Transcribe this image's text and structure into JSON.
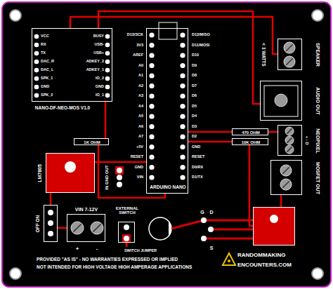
{
  "diagram": {
    "nodes": [
      {
        "text": [
          "NANO-DF-NEO-MOS V1.0"
        ]
      },
      {
        "text": [
          "ARDUINO NANO"
        ]
      },
      {
        "text": [
          "< 3 WATTS",
          "SPEAKER"
        ]
      },
      {
        "text": [
          "AUDIO OUT"
        ]
      },
      {
        "text": [
          "NEOPIXEL"
        ]
      },
      {
        "text": [
          "MOSFET OUT"
        ]
      },
      {
        "text": [
          "1K OHM"
        ]
      },
      {
        "text": [
          "470 OHM"
        ]
      },
      {
        "text": [
          "10K OHM"
        ]
      },
      {
        "text": [
          "LM7805"
        ]
      },
      {
        "text": [
          "OFF ON"
        ]
      },
      {
        "text": [
          "VIN 7-12V"
        ]
      },
      {
        "text": [
          "EXTERNAL SWITCH"
        ]
      },
      {
        "text": [
          "G",
          "D",
          "S"
        ]
      }
    ],
    "edges": [
      {
        "from": 0,
        "to": 2,
        "arrow": "none"
      },
      {
        "from": 0,
        "to": 3,
        "arrow": "none"
      },
      {
        "from": 0,
        "to": 6,
        "arrow": "none"
      },
      {
        "from": 1,
        "to": 6,
        "arrow": "none"
      },
      {
        "from": 1,
        "to": 7,
        "arrow": "none"
      },
      {
        "from": 7,
        "to": 4,
        "arrow": "none"
      },
      {
        "from": 1,
        "to": 8,
        "arrow": "none"
      },
      {
        "from": 8,
        "to": 13,
        "arrow": "none"
      },
      {
        "from": 13,
        "to": 5,
        "arrow": "none"
      },
      {
        "from": 11,
        "to": 10,
        "arrow": "none"
      },
      {
        "from": 10,
        "to": 9,
        "arrow": "none"
      },
      {
        "from": 9,
        "to": 1,
        "arrow": "none"
      }
    ],
    "labels": [
      "VCC",
      "RX",
      "TX",
      "DAC_R",
      "DAC_L",
      "SPK_1",
      "GND",
      "SPK_2",
      "BUSY",
      "USB-",
      "USB+",
      "ADKEY_2",
      "ADKEY_1",
      "IO_2",
      "GND",
      "IO_1",
      "D13/SCK",
      "3V3",
      "AREF",
      "A0",
      "A1",
      "A2",
      "A3",
      "A4",
      "A5",
      "A6",
      "A7",
      "+5V",
      "RESET",
      "GND",
      "VIN",
      "D12/MISO",
      "D11/MOSI",
      "D10",
      "D9",
      "D8",
      "D7",
      "D6",
      "D5",
      "D4",
      "D3",
      "D2",
      "GND",
      "RESET",
      "D0/RX",
      "D1/TX",
      "IN GND OUT",
      "+ - D",
      "+",
      "-",
      "SWITCH JUMPER",
      "PROVIDED \"AS IS\" - NO WARRANTIES EXPRESSED OR IMPLIED",
      "NOT INTENDED FOR HIGH VOLTAGE HIGH AMPERAGE APPLICATIONS",
      "RANDOMMAKING",
      "ENCOUNTERS.COM"
    ]
  }
}
